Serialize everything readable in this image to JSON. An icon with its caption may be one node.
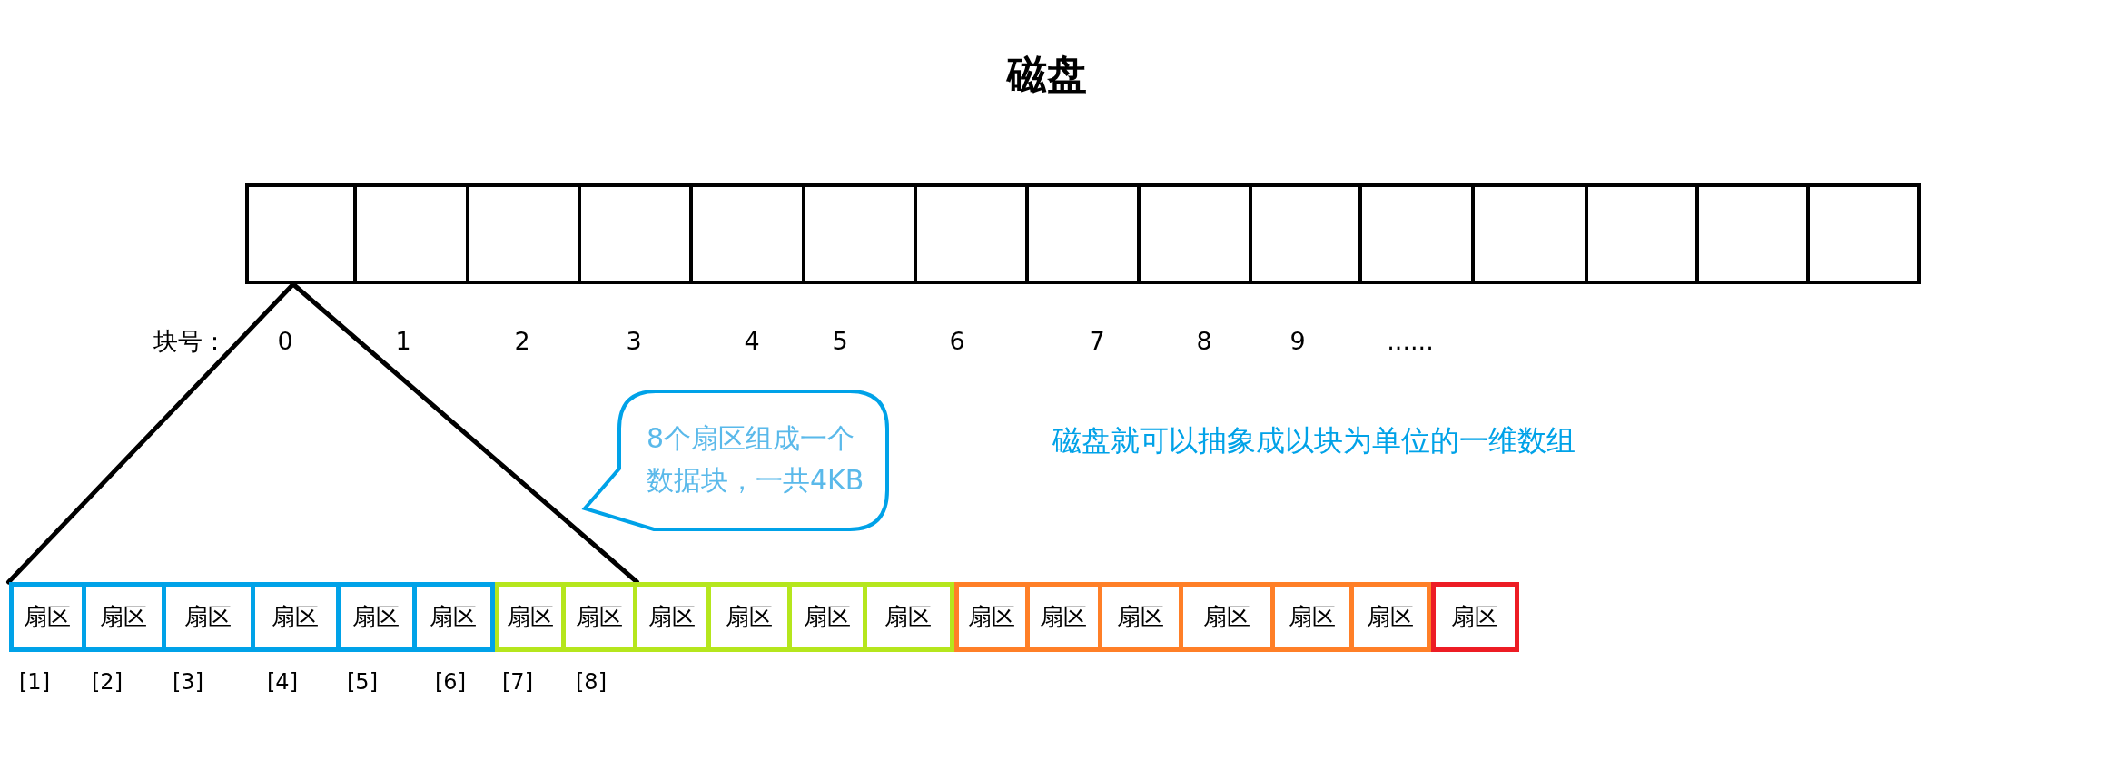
{
  "diagram": {
    "title": "磁盘",
    "nodes": [
      {
        "text": [],
        "shape": "box"
      },
      {
        "text": [],
        "shape": "box"
      },
      {
        "text": [],
        "shape": "box"
      },
      {
        "text": [],
        "shape": "box"
      },
      {
        "text": [],
        "shape": "box"
      },
      {
        "text": [],
        "shape": "box"
      },
      {
        "text": [],
        "shape": "box"
      },
      {
        "text": [],
        "shape": "box"
      },
      {
        "text": [],
        "shape": "box"
      },
      {
        "text": [],
        "shape": "box"
      },
      {
        "text": [],
        "shape": "box"
      },
      {
        "text": [],
        "shape": "box"
      },
      {
        "text": [],
        "shape": "box"
      },
      {
        "text": [],
        "shape": "box"
      },
      {
        "text": [],
        "shape": "box"
      },
      {
        "text": [
          "8个扇区组成一个数据块，一共4KB"
        ]
      },
      {
        "text": [
          "扇区"
        ],
        "beside": [
          "[1]"
        ]
      },
      {
        "text": [
          "扇区"
        ],
        "beside": [
          "[2]"
        ]
      },
      {
        "text": [
          "扇区"
        ],
        "beside": [
          "[3]"
        ]
      },
      {
        "text": [
          "扇区"
        ],
        "beside": [
          "[4]"
        ]
      },
      {
        "text": [
          "扇区"
        ],
        "beside": [
          "[5]"
        ]
      },
      {
        "text": [
          "扇区"
        ],
        "beside": [
          "[6]"
        ]
      },
      {
        "text": [
          "扇区"
        ],
        "beside": [
          "[7]"
        ]
      },
      {
        "text": [
          "扇区"
        ],
        "beside": [
          "[8]"
        ]
      },
      {
        "text": [
          "扇区"
        ]
      },
      {
        "text": [
          "扇区"
        ]
      },
      {
        "text": [
          "扇区"
        ]
      },
      {
        "text": [
          "扇区"
        ]
      },
      {
        "text": [
          "扇区"
        ]
      },
      {
        "text": [
          "扇区"
        ]
      },
      {
        "text": [
          "扇区"
        ]
      },
      {
        "text": [
          "扇区"
        ]
      },
      {
        "text": [
          "扇区"
        ]
      },
      {
        "text": [
          "扇区"
        ]
      },
      {
        "text": [
          "扇区"
        ]
      }
    ],
    "edges": [
      {
        "from": 0,
        "to": 16,
        "arrow": "none"
      },
      {
        "from": 0,
        "to": 23,
        "arrow": "none"
      }
    ],
    "labels": [
      "块号：",
      "0",
      "1",
      "2",
      "3",
      "4",
      "5",
      "6",
      "7",
      "8",
      "9",
      "......",
      "磁盘就可以抽象成以块为单位的一维数组"
    ]
  }
}
